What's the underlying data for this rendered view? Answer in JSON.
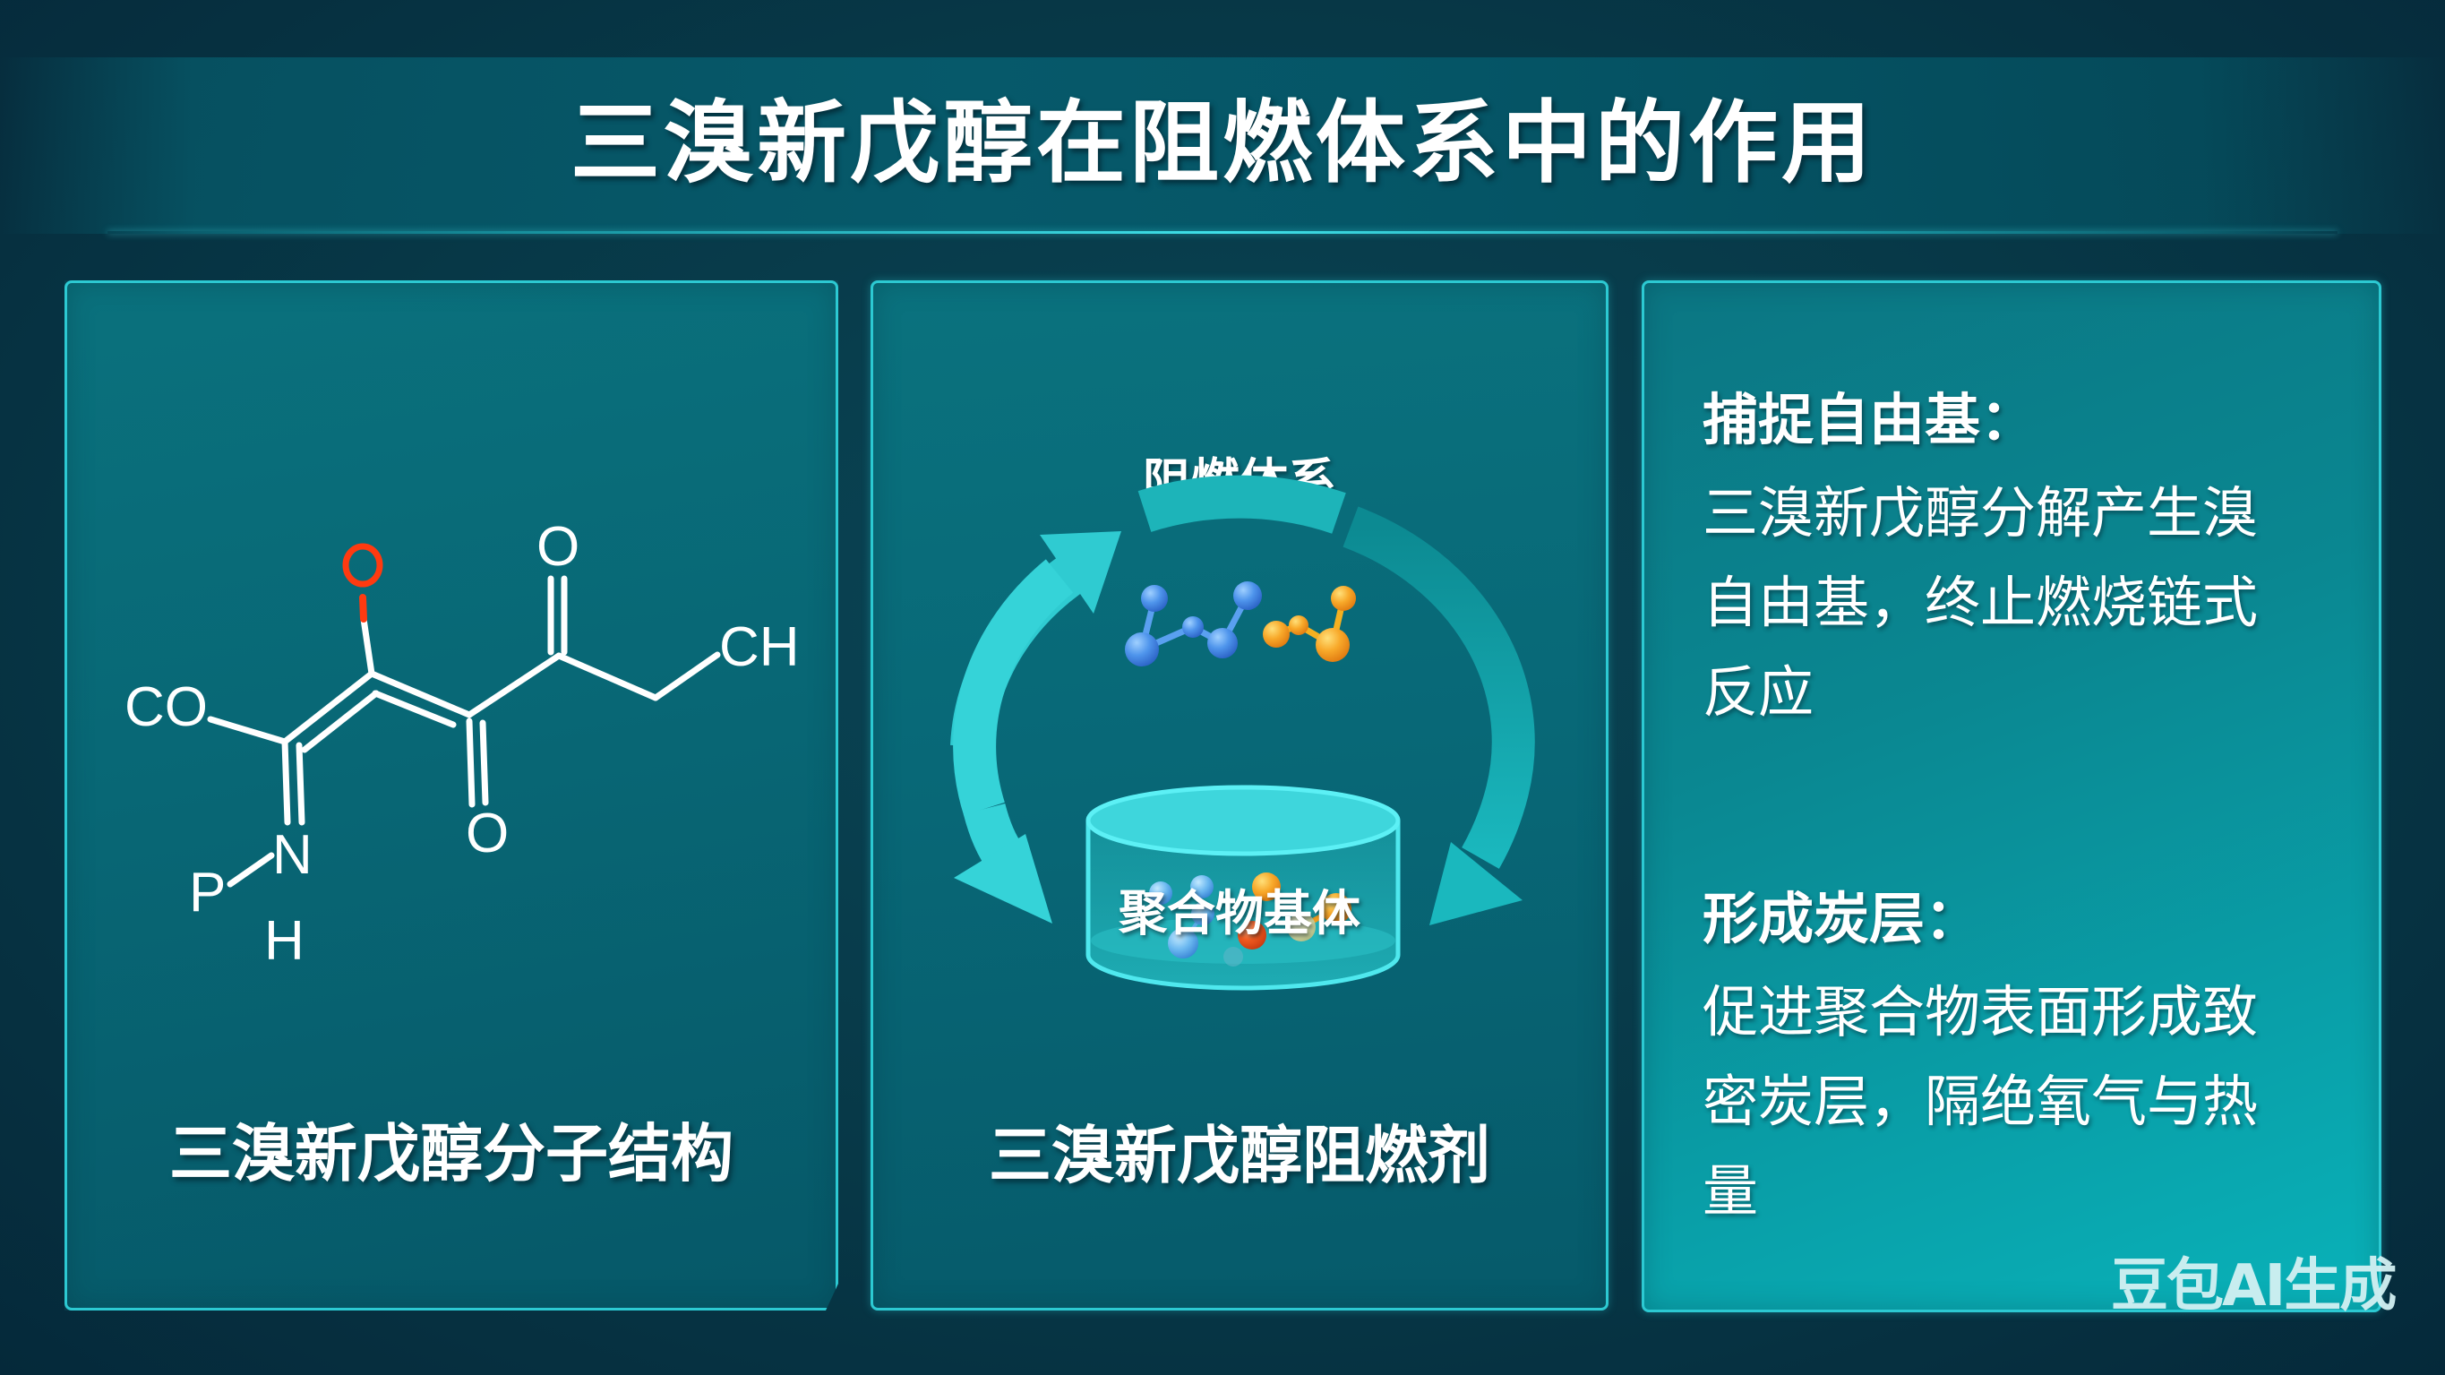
{
  "header": {
    "title": "三溴新戊醇在阻燃体系中的作用"
  },
  "panels": [
    {
      "id": "molecule-structure",
      "caption": "三溴新戊醇分子结构",
      "molecule": {
        "atom_labels": {
          "co": "CO",
          "ch": "CH",
          "o_top": "O",
          "o_bottom": "O",
          "o_red": "O",
          "n": "N",
          "p": "P",
          "h": "H"
        },
        "highlight_color": "#ff3a10"
      }
    },
    {
      "id": "flame-retardant-cycle",
      "top_label": "阻燃体系",
      "middle_label": "聚合物基体",
      "caption": "三溴新戊醇阻燃剂",
      "colors": {
        "arrow": "#33d0d6",
        "molecule_blue": "#4a90e8",
        "molecule_orange": "#f5a623",
        "container": "#3fd9df"
      }
    },
    {
      "id": "mechanisms",
      "sections": [
        {
          "heading": "捕捉自由基：",
          "lines": [
            "三溴新戊醇分解产生溴",
            "自由基，终止燃烧链式",
            "反应"
          ]
        },
        {
          "heading": "形成炭层：",
          "lines": [
            "促进聚合物表面形成致",
            "密炭层，隔绝氧气与热",
            "量"
          ]
        }
      ]
    }
  ],
  "watermark": "豆包AI生成",
  "theme": {
    "background": "#073847",
    "panel_border": "#2cc9d2",
    "accent": "#3fe0e8"
  }
}
